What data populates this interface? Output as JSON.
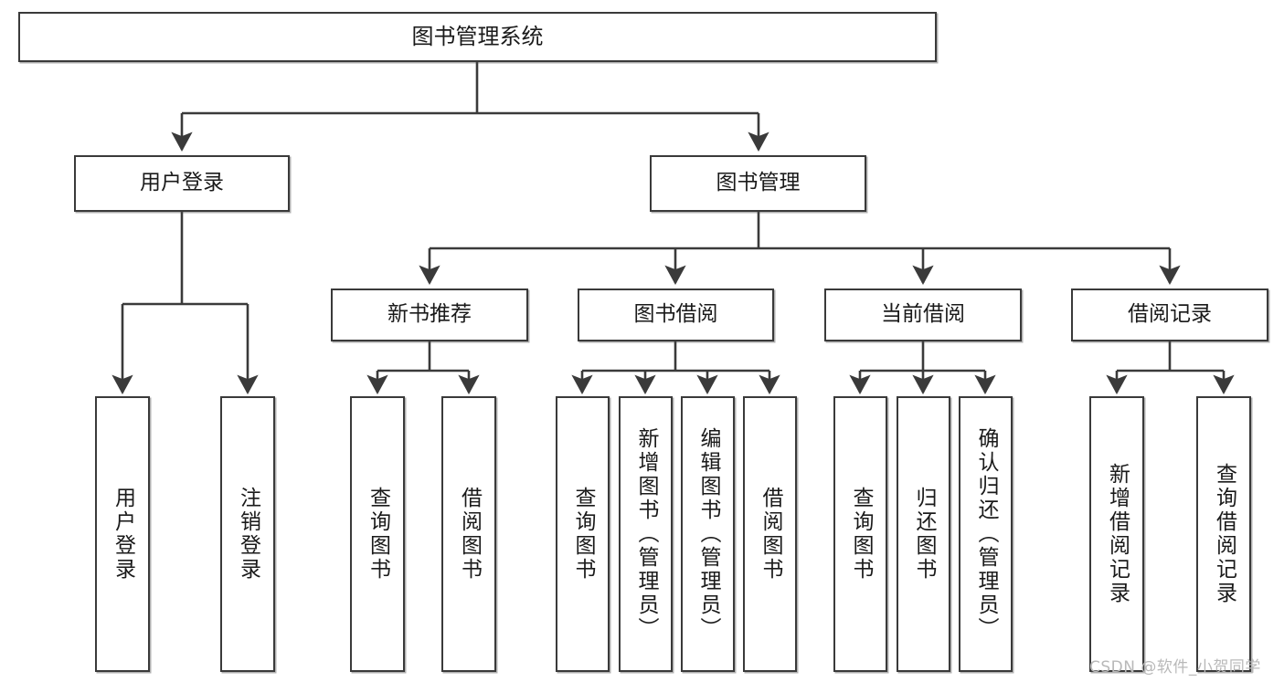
{
  "diagram": {
    "type": "tree",
    "title": "图书管理系统",
    "orientation": "top-down",
    "levels": 4,
    "nodes": {
      "root": {
        "label": "图书管理系统"
      },
      "level2": [
        {
          "id": "user-login",
          "label": "用户登录"
        },
        {
          "id": "book-manage",
          "label": "图书管理"
        }
      ],
      "level3": [
        {
          "id": "new-book-rec",
          "label": "新书推荐",
          "parent": "book-manage"
        },
        {
          "id": "book-borrow",
          "label": "图书借阅",
          "parent": "book-manage"
        },
        {
          "id": "current-borrow",
          "label": "当前借阅",
          "parent": "book-manage"
        },
        {
          "id": "borrow-record",
          "label": "借阅记录",
          "parent": "book-manage"
        }
      ],
      "leaves": [
        {
          "id": "leaf-user-login",
          "label": "用户登录",
          "parent": "user-login"
        },
        {
          "id": "leaf-logout",
          "label": "注销登录",
          "parent": "user-login"
        },
        {
          "id": "leaf-query-book-1",
          "label": "查询图书",
          "parent": "new-book-rec"
        },
        {
          "id": "leaf-borrow-book-1",
          "label": "借阅图书",
          "parent": "new-book-rec"
        },
        {
          "id": "leaf-query-book-2",
          "label": "查询图书",
          "parent": "book-borrow"
        },
        {
          "id": "leaf-add-book",
          "label": "新增图书（管理员）",
          "parent": "book-borrow"
        },
        {
          "id": "leaf-edit-book",
          "label": "编辑图书（管理员）",
          "parent": "book-borrow"
        },
        {
          "id": "leaf-borrow-book-2",
          "label": "借阅图书",
          "parent": "book-borrow"
        },
        {
          "id": "leaf-query-book-3",
          "label": "查询图书",
          "parent": "current-borrow"
        },
        {
          "id": "leaf-return-book",
          "label": "归还图书",
          "parent": "current-borrow"
        },
        {
          "id": "leaf-confirm-return",
          "label": "确认归还（管理员）",
          "parent": "current-borrow"
        },
        {
          "id": "leaf-add-record",
          "label": "新增借阅记录",
          "parent": "borrow-record"
        },
        {
          "id": "leaf-query-record",
          "label": "查询借阅记录",
          "parent": "borrow-record"
        }
      ]
    },
    "colors": {
      "stroke": "#3a3a3a",
      "fill": "#ffffff",
      "text": "#1a1a1a",
      "watermark": "#b9b9b9"
    }
  },
  "watermark": {
    "text": "CSDN @软件_小贺同学"
  }
}
